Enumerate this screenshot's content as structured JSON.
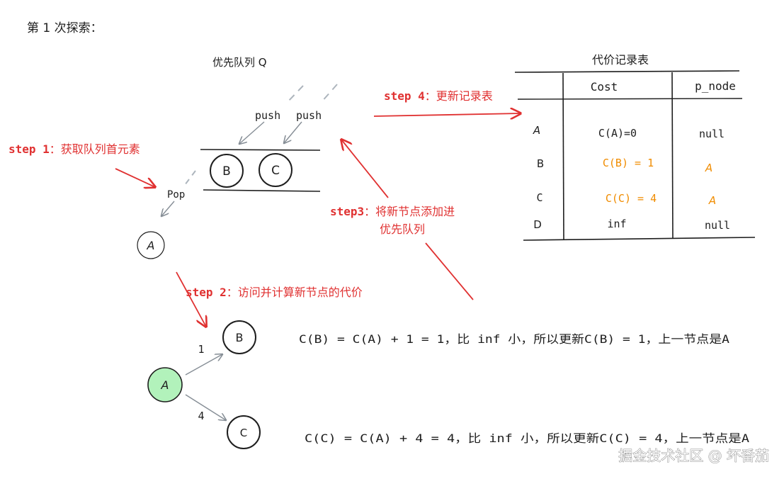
{
  "heading": "第 1 次探索：",
  "queue": {
    "label": "优先队列 Q",
    "push_labels": [
      "push",
      "push"
    ],
    "items": [
      "B",
      "C"
    ],
    "pop_label": "Pop",
    "popped_node": "A"
  },
  "table": {
    "title": "代价记录表",
    "columns": [
      "",
      "Cost",
      "p_node"
    ],
    "rows": [
      {
        "node": "A",
        "cost": "C(A)=0",
        "p_node": "null",
        "highlight": false
      },
      {
        "node": "B",
        "cost": "C(B) = 1",
        "p_node": "A",
        "highlight": true
      },
      {
        "node": "C",
        "cost": "C(C) = 4",
        "p_node": "A",
        "highlight": true
      },
      {
        "node": "D",
        "cost": "inf",
        "p_node": "null",
        "highlight": false
      }
    ]
  },
  "steps": {
    "step1": {
      "tag": "step 1",
      "text": "：获取队列首元素"
    },
    "step2": {
      "tag": "step 2",
      "text": "：访问并计算新节点的代价"
    },
    "step3": {
      "tag": "step3",
      "text_line1": "：将新节点添加进",
      "text_line2": "优先队列"
    },
    "step4": {
      "tag": "step 4",
      "text": "：更新记录表"
    }
  },
  "graph": {
    "source": "A",
    "targets": [
      {
        "node": "B",
        "weight": "1"
      },
      {
        "node": "C",
        "weight": "4"
      }
    ]
  },
  "equations": {
    "b": "C(B) = C(A) + 1 = 1，比 inf 小，所以更新C(B) = 1，上一节点是A",
    "c": "C(C) = C(A) + 4 = 4，比 inf 小，所以更新C(C) = 4，上一节点是A"
  },
  "watermark": "掘金技术社区 @ 坏番茄",
  "colors": {
    "red": "#e03131",
    "orange": "#f08c00",
    "green_fill": "#b2f2bb",
    "gray": "#868e96",
    "ink": "#1e1e1e"
  }
}
